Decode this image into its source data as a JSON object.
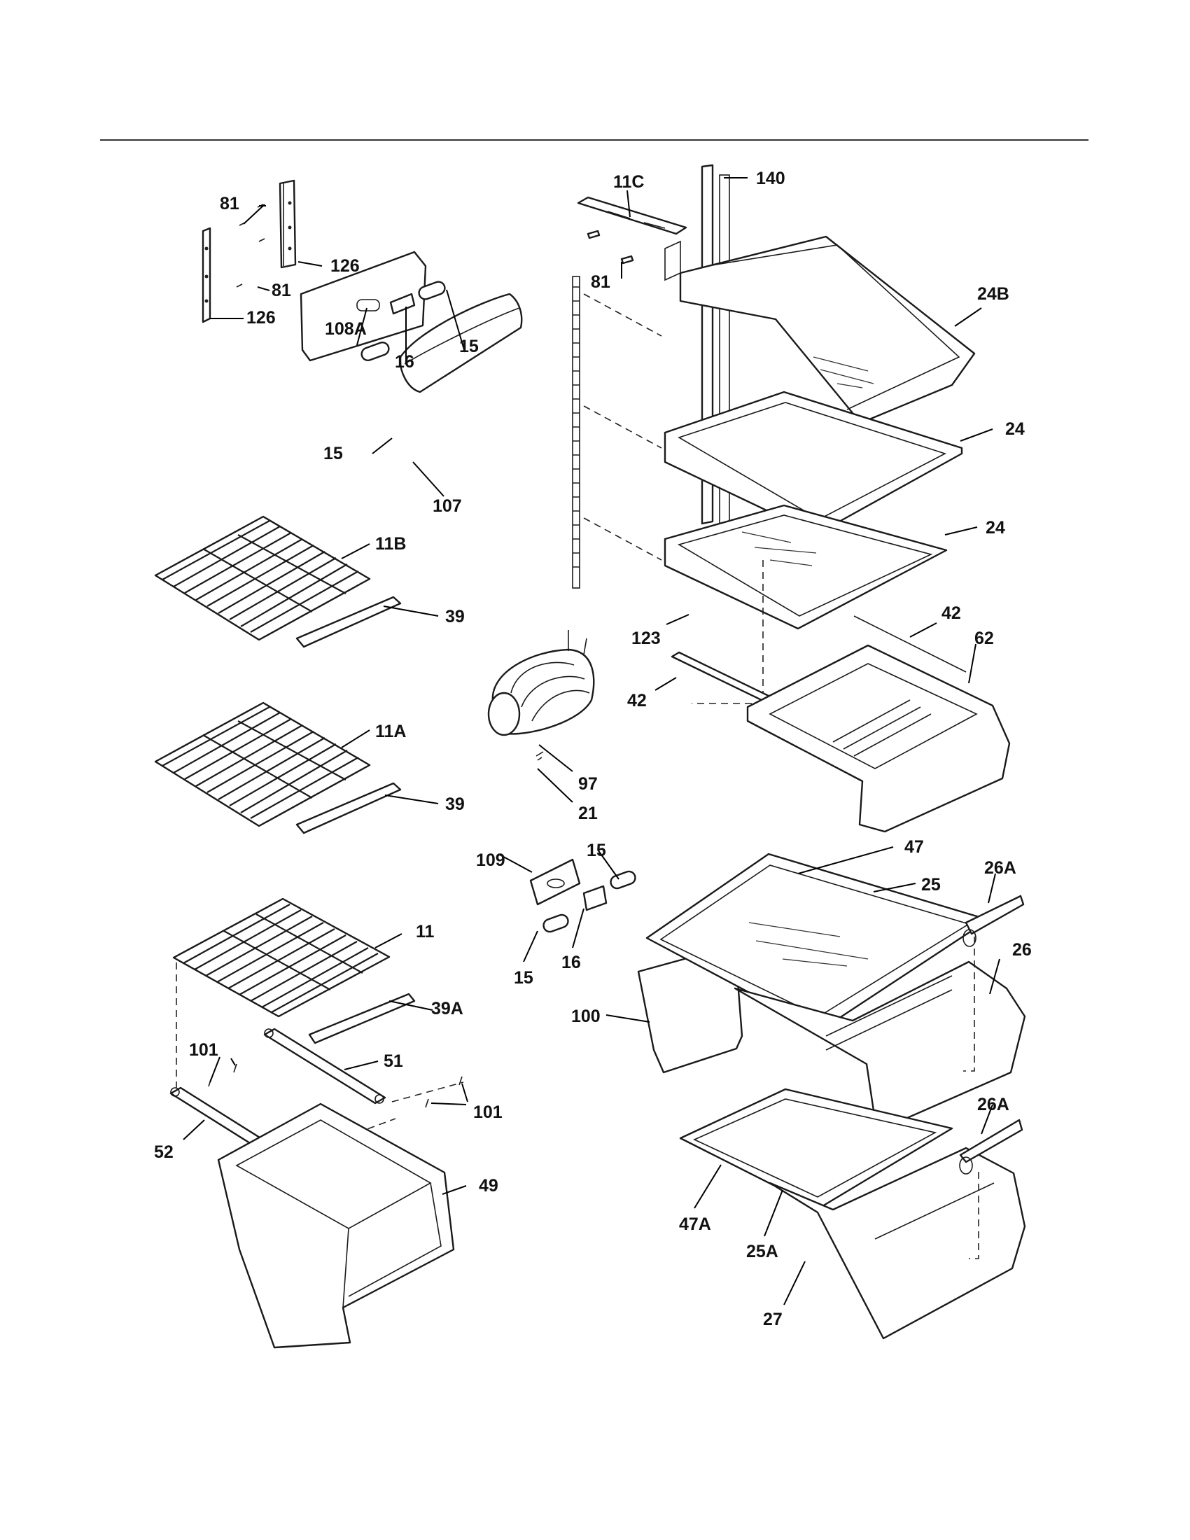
{
  "callouts": [
    {
      "id": "c-81a",
      "text": "81"
    },
    {
      "id": "c-126a",
      "text": "126"
    },
    {
      "id": "c-81b",
      "text": "81"
    },
    {
      "id": "c-126b",
      "text": "126"
    },
    {
      "id": "c-108A",
      "text": "108A"
    },
    {
      "id": "c-16a",
      "text": "16"
    },
    {
      "id": "c-15a",
      "text": "15"
    },
    {
      "id": "c-15b",
      "text": "15"
    },
    {
      "id": "c-107",
      "text": "107"
    },
    {
      "id": "c-11B",
      "text": "11B"
    },
    {
      "id": "c-39a",
      "text": "39"
    },
    {
      "id": "c-11A",
      "text": "11A"
    },
    {
      "id": "c-39b",
      "text": "39"
    },
    {
      "id": "c-11",
      "text": "11"
    },
    {
      "id": "c-39A",
      "text": "39A"
    },
    {
      "id": "c-101a",
      "text": "101"
    },
    {
      "id": "c-51",
      "text": "51"
    },
    {
      "id": "c-101b",
      "text": "101"
    },
    {
      "id": "c-52",
      "text": "52"
    },
    {
      "id": "c-49",
      "text": "49"
    },
    {
      "id": "c-11C",
      "text": "11C"
    },
    {
      "id": "c-140",
      "text": "140"
    },
    {
      "id": "c-81c",
      "text": "81"
    },
    {
      "id": "c-24B",
      "text": "24B"
    },
    {
      "id": "c-24a",
      "text": "24"
    },
    {
      "id": "c-24b",
      "text": "24"
    },
    {
      "id": "c-123",
      "text": "123"
    },
    {
      "id": "c-42a",
      "text": "42"
    },
    {
      "id": "c-62",
      "text": "62"
    },
    {
      "id": "c-42b",
      "text": "42"
    },
    {
      "id": "c-97",
      "text": "97"
    },
    {
      "id": "c-21",
      "text": "21"
    },
    {
      "id": "c-109",
      "text": "109"
    },
    {
      "id": "c-15c",
      "text": "15"
    },
    {
      "id": "c-16b",
      "text": "16"
    },
    {
      "id": "c-15d",
      "text": "15"
    },
    {
      "id": "c-47",
      "text": "47"
    },
    {
      "id": "c-25",
      "text": "25"
    },
    {
      "id": "c-26A-top",
      "text": "26A"
    },
    {
      "id": "c-26",
      "text": "26"
    },
    {
      "id": "c-100",
      "text": "100"
    },
    {
      "id": "c-26A-bot",
      "text": "26A"
    },
    {
      "id": "c-47A",
      "text": "47A"
    },
    {
      "id": "c-25A",
      "text": "25A"
    },
    {
      "id": "c-27",
      "text": "27"
    }
  ]
}
